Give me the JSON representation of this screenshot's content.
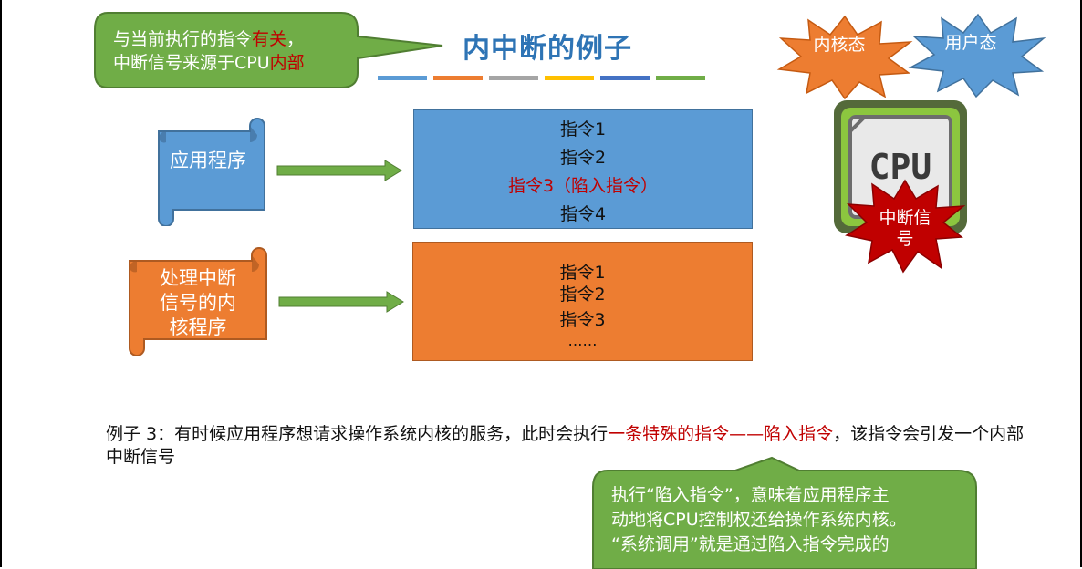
{
  "slide": {
    "title": "内中断的例子",
    "title_underline_colors": [
      "#5b9bd5",
      "#ed7d31",
      "#a5a5a5",
      "#ffc000",
      "#4472c4",
      "#70ad47"
    ]
  },
  "callout_top": {
    "line1_plain": "与当前执行的指令",
    "line1_highlight": "有关",
    "line1_tail": "，",
    "line2_plain": "中断信号来源于CPU",
    "line2_highlight": "内部"
  },
  "scroll_app": {
    "label": "应用程序"
  },
  "scroll_kernel": {
    "label": "处理中断信号的内核程序"
  },
  "box_app": {
    "instructions": [
      "指令1",
      "指令2",
      "指令3（陷入指令）",
      "指令4"
    ]
  },
  "box_kernel": {
    "instructions": [
      "指令1",
      "指令2",
      "指令3",
      "……"
    ]
  },
  "badges": {
    "kernel_mode": "内核态",
    "user_mode": "用户态",
    "interrupt_signal": "中断信号",
    "cpu_label": "CPU"
  },
  "example": {
    "prefix": "例子 3：有时候应用程序想请求操作系统内核的服务，此时会执行",
    "highlight": "一条特殊的指令——陷入指令",
    "suffix": "，该指令会引发一个内部中断信号"
  },
  "callout_bottom": {
    "line1": "执行“陷入指令”，意味着应用程序主",
    "line2": "动地将CPU控制权还给操作系统内核。",
    "line3": "“系统调用”就是通过陷入指令完成的"
  },
  "colors": {
    "green": "#70ad47",
    "blue": "#5b9bd5",
    "orange": "#ed7d31",
    "red": "#c00000",
    "title_blue": "#2e74b5"
  }
}
